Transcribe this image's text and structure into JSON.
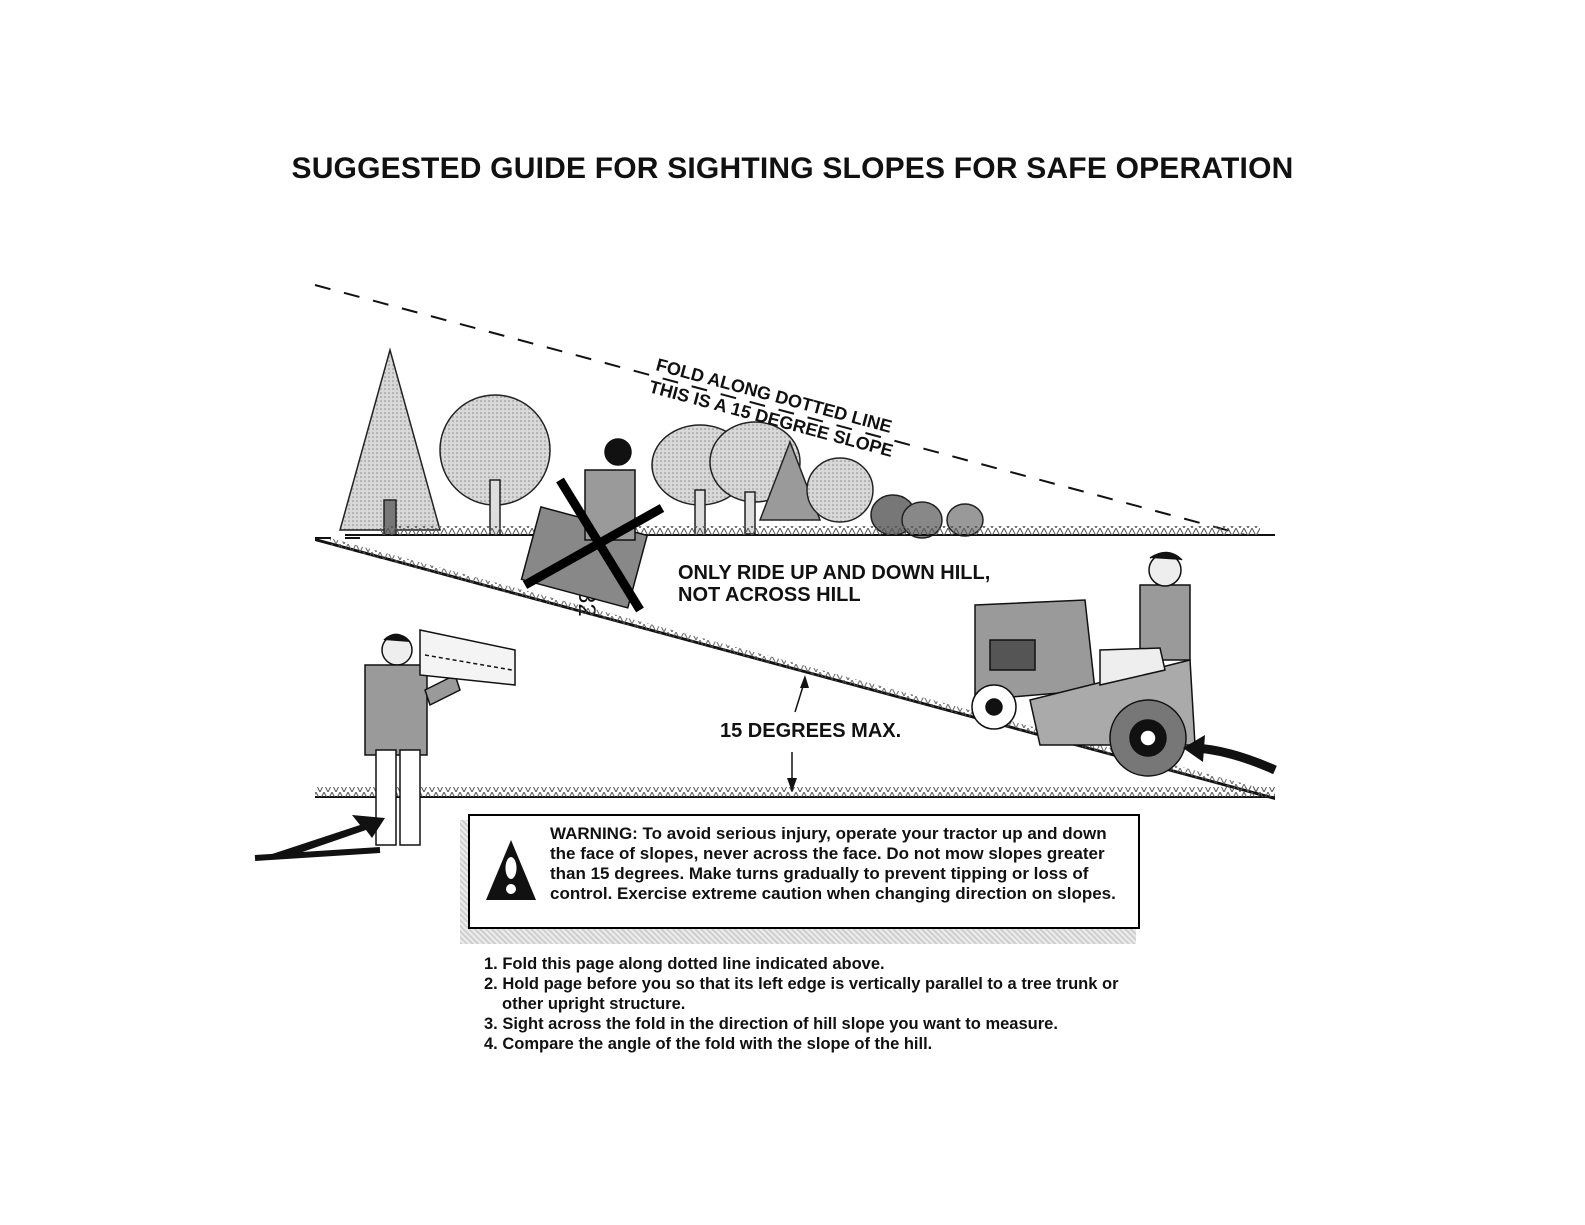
{
  "page": {
    "title": "SUGGESTED GUIDE FOR SIGHTING SLOPES FOR SAFE OPERATION",
    "page_number": "32"
  },
  "illustration": {
    "fold_label": "FOLD ALONG DOTTED LINE",
    "slope_label": "THIS IS A 15 DEGREE SLOPE",
    "ride_note_line1": "ONLY RIDE UP AND DOWN HILL,",
    "ride_note_line2": "NOT ACROSS HILL",
    "max_label": "15 DEGREES MAX."
  },
  "warning": {
    "icon": "warning-triangle-icon",
    "text": "WARNING: To avoid serious injury, operate your tractor up and down the face of slopes, never across the face. Do not mow slopes greater than 15 degrees. Make turns gradually to prevent tipping or loss of control. Exercise extreme caution when changing direction on slopes."
  },
  "steps": [
    "1. Fold this page along dotted line indicated above.",
    "2. Hold page before you so that its left edge is vertically parallel to a tree trunk or other upright structure.",
    "3. Sight across the fold in the direction of hill slope you want to measure.",
    "4. Compare the angle of the fold with the slope of the hill."
  ]
}
